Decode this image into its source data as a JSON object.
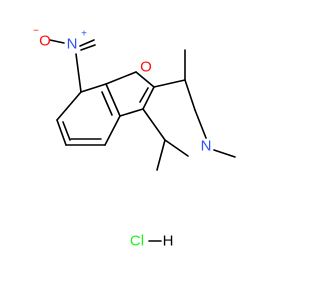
{
  "molecule": {
    "atoms": {
      "ring_oxygen": "O",
      "nitro_nitrogen": "N",
      "nitro_oxygen": "O",
      "nitro_nitrogen_charge": "+",
      "nitro_oxygen_charge": "−",
      "amine_nitrogen": "N"
    },
    "salt": {
      "chlorine": "Cl",
      "hydrogen": "H"
    },
    "colors": {
      "bond": "#000000",
      "oxygen": "#ff0d0d",
      "nitrogen": "#3050f8",
      "chlorine": "#1ff01f",
      "hydrogen": "#000000"
    }
  }
}
